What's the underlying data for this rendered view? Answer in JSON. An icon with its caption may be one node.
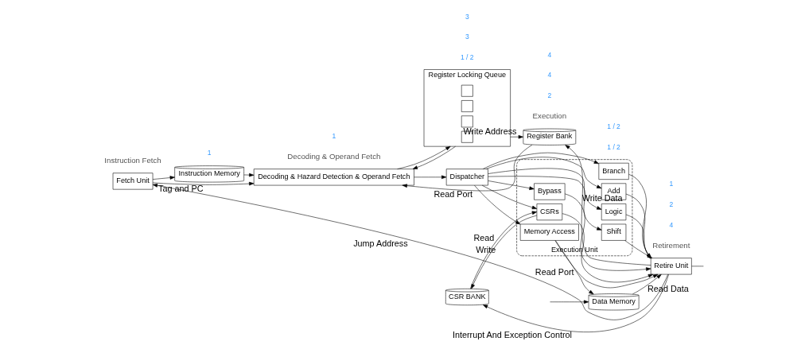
{
  "diagram": {
    "nodes": [
      {
        "text": [
          "Fetch Unit"
        ]
      },
      {
        "text": [
          "Instruction Memory"
        ]
      },
      {
        "text": [
          "Decoding & Hazard Detection & Operand Fetch"
        ]
      },
      {
        "text": [
          "Register Locking Queue"
        ]
      },
      {
        "text": [],
        "shape": "box",
        "in": 3
      },
      {
        "text": [],
        "shape": "box",
        "in": 3
      },
      {
        "text": [],
        "shape": "box",
        "in": 3
      },
      {
        "text": [],
        "shape": "box",
        "in": 3
      },
      {
        "text": [
          "Register Bank"
        ]
      },
      {
        "text": [
          "Dispatcher"
        ]
      },
      {
        "text": [
          "Execution Unit"
        ]
      },
      {
        "text": [
          "Memory Access"
        ],
        "in": 10
      },
      {
        "text": [
          "Branch"
        ],
        "in": 10
      },
      {
        "text": [
          "Add"
        ],
        "in": 10
      },
      {
        "text": [
          "Logic"
        ],
        "in": 10
      },
      {
        "text": [
          "Shift"
        ],
        "in": 10
      },
      {
        "text": [
          "Bypass"
        ],
        "in": 10
      },
      {
        "text": [
          "CSRs"
        ],
        "in": 10
      },
      {
        "text": [
          "CSR BANK"
        ]
      },
      {
        "text": [
          "Data Memory"
        ]
      },
      {
        "text": [
          "Retire Unit"
        ]
      }
    ],
    "edges": [
      {
        "from": 0,
        "to": 2,
        "arrow": "to",
        "label": "Tag and PC"
      },
      {
        "from": 0,
        "to": 1,
        "arrow": "to"
      },
      {
        "from": 1,
        "to": 2,
        "arrow": "to"
      },
      {
        "from": 2,
        "to": 3,
        "arrow": "to"
      },
      {
        "from": 3,
        "to": 2,
        "arrow": "to"
      },
      {
        "from": 3,
        "to": 8,
        "arrow": "to",
        "label": "Write Address"
      },
      {
        "from": 8,
        "to": 2,
        "arrow": "to",
        "label": "Read Port"
      },
      {
        "from": 2,
        "to": 9,
        "arrow": "to"
      },
      {
        "from": 9,
        "to": 11,
        "arrow": "to"
      },
      {
        "from": 9,
        "to": 12,
        "arrow": "to"
      },
      {
        "from": 9,
        "to": 13,
        "arrow": "to"
      },
      {
        "from": 9,
        "to": 14,
        "arrow": "to"
      },
      {
        "from": 9,
        "to": 15,
        "arrow": "to"
      },
      {
        "from": 9,
        "to": 16,
        "arrow": "to"
      },
      {
        "from": 9,
        "to": 17,
        "arrow": "to"
      },
      {
        "from": 11,
        "to": 19,
        "arrow": "to",
        "label": "Read Port"
      },
      {
        "from": 11,
        "to": 20,
        "arrow": "to"
      },
      {
        "from": 12,
        "to": 20,
        "arrow": "to"
      },
      {
        "from": 13,
        "to": 20,
        "arrow": "to"
      },
      {
        "from": 14,
        "to": 20,
        "arrow": "to"
      },
      {
        "from": 15,
        "to": 20,
        "arrow": "to"
      },
      {
        "from": 16,
        "to": 20,
        "arrow": "to"
      },
      {
        "from": 17,
        "to": 20,
        "arrow": "to"
      },
      {
        "from": 19,
        "to": 20,
        "arrow": "to",
        "label": "Read Data"
      },
      {
        "from": null,
        "to": 19,
        "arrow": "to"
      },
      {
        "from": 20,
        "to": null,
        "arrow": "none"
      },
      {
        "from": 18,
        "to": 17,
        "arrow": "to",
        "label": "Read"
      },
      {
        "from": 17,
        "to": 18,
        "arrow": "to",
        "label": "Write"
      },
      {
        "from": 20,
        "to": 18,
        "arrow": "to",
        "label": "Interrupt And Exception Control"
      },
      {
        "from": 20,
        "to": 8,
        "arrow": "to",
        "label": "Write Data"
      },
      {
        "from": 20,
        "to": 0,
        "arrow": "to",
        "label": "Jump Address"
      }
    ],
    "labels": [
      "Instruction Fetch",
      "Decoding & Operand Fetch",
      "Execution",
      "Retirement",
      "1",
      "1",
      "1 / 2",
      "3",
      "3",
      "2",
      "1 / 2",
      "1 / 2",
      "4",
      "4",
      "4",
      "2",
      "1"
    ]
  }
}
